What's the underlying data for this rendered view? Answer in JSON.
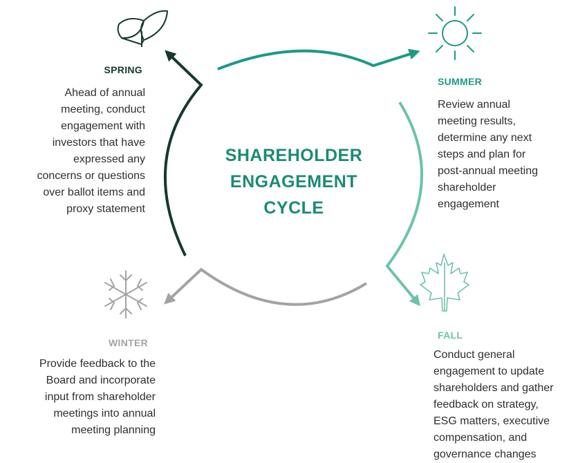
{
  "center": {
    "title": "SHAREHOLDER\nENGAGEMENT\nCYCLE"
  },
  "colors": {
    "center_title": "#1b8a76",
    "spring": "#16382f",
    "summer": "#1c9a84",
    "fall": "#6cc2ab",
    "winter": "#a3a3a3",
    "body_text": "#2e2e2e"
  },
  "seasons": {
    "spring": {
      "label": "SPRING",
      "icon": "leaf-icon",
      "description": "Ahead of annual\nmeeting, conduct\nengagement with\ninvestors that have\nexpressed any\nconcerns or questions\nover ballot items and\nproxy statement"
    },
    "summer": {
      "label": "SUMMER",
      "icon": "sun-icon",
      "description": "Review annual\nmeeting results,\ndetermine any next\nsteps and plan for\npost-annual meeting\nshareholder\nengagement"
    },
    "fall": {
      "label": "FALL",
      "icon": "maple-leaf-icon",
      "description": "Conduct general\nengagement to update\nshareholders and gather\nfeedback on strategy,\nESG matters, executive\ncompensation, and\ngovernance changes"
    },
    "winter": {
      "label": "WINTER",
      "icon": "snowflake-icon",
      "description": "Provide feedback to the\nBoard and incorporate\ninput from shareholder\nmeetings into annual\nmeeting planning"
    }
  }
}
